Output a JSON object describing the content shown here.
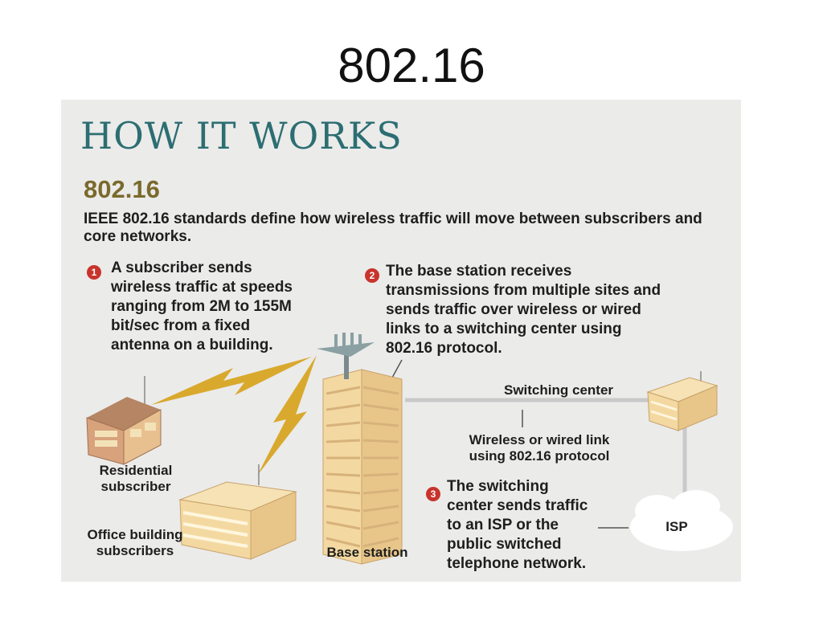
{
  "slide": {
    "title": "802.16"
  },
  "panel": {
    "heading": "HOW IT WORKS",
    "subheading": "802.16",
    "intro": "IEEE 802.16 standards define how wireless traffic will move between subscribers and core networks.",
    "steps": [
      {
        "number": "1",
        "text": "A subscriber sends\nwireless traffic at speeds\nranging from 2M to 155M\nbit/sec from a fixed\nantenna on a building."
      },
      {
        "number": "2",
        "text": "The base station receives\ntransmissions from multiple sites and\nsends traffic over wireless or wired\nlinks to a switching center using\n802.16 protocol."
      },
      {
        "number": "3",
        "text": "The switching\ncenter sends traffic\nto an ISP or the\npublic switched\ntelephone network."
      }
    ],
    "labels": {
      "residential": "Residential\nsubscriber",
      "office": "Office building\nsubscribers",
      "base_station": "Base station",
      "switching_center": "Switching center",
      "link": "Wireless or wired link\nusing 802.16 protocol",
      "isp": "ISP"
    }
  },
  "colors": {
    "heading": "#2c6e72",
    "subheading": "#7a6a2c",
    "badge": "#c8342b",
    "lightning": "#d9a92e",
    "building": "#f3d9a1"
  }
}
